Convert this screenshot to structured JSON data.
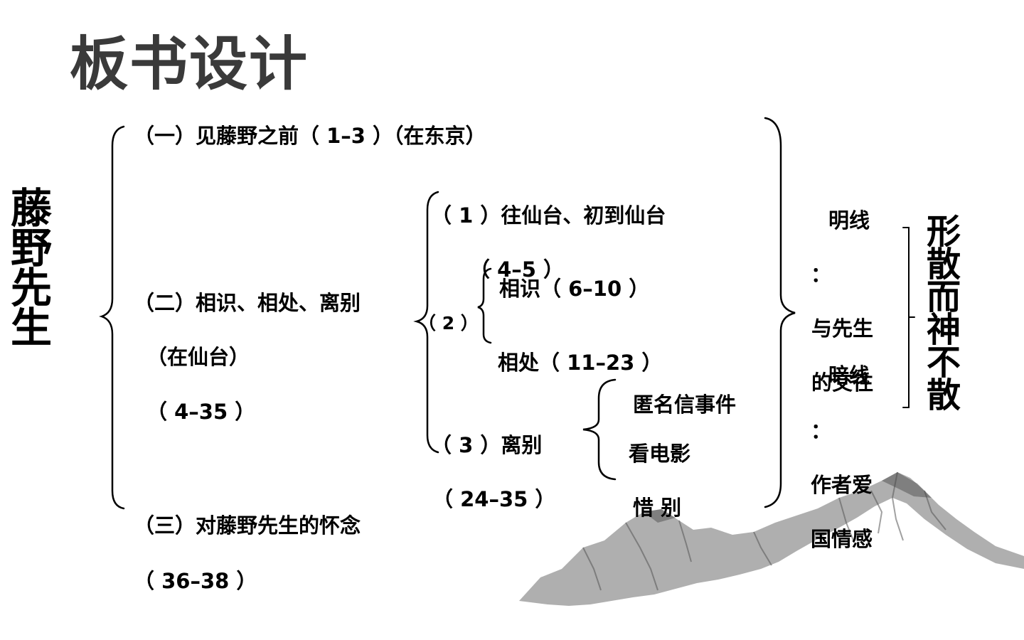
{
  "title": "板书设计",
  "subject": "藤野先生",
  "part1": {
    "label": "（一）见藤野之前（ 1–3 ）（在东京）"
  },
  "part2": {
    "label": "（二）相识、相处、离别",
    "place": "（在仙台）",
    "range": "（ 4–35 ）",
    "sub1": {
      "label": "（ 1 ）往仙台、初到仙台",
      "range": "（ 4–5 ）"
    },
    "sub2": {
      "label": "（ 2 ）",
      "meet": "相识（ 6–10 ）",
      "together": "相处（ 11–23 ）"
    },
    "sub3": {
      "label": "（ 3 ）离别",
      "range": "（ 24–35 ）",
      "events": [
        "匿名信事件",
        "看电影",
        "惜 别"
      ]
    }
  },
  "part3": {
    "label": "（三）对藤野先生的怀念",
    "range": "（ 36–38 ）"
  },
  "lines": {
    "bright_line": "明线",
    "colon1": "：",
    "bright_text_1": "与先生",
    "bright_text_2": "的交往",
    "dark_line": "暗线",
    "colon2": "：",
    "dark_text_1": "作者爱",
    "dark_text_2": "国情感"
  },
  "theme": "形散而神不散"
}
